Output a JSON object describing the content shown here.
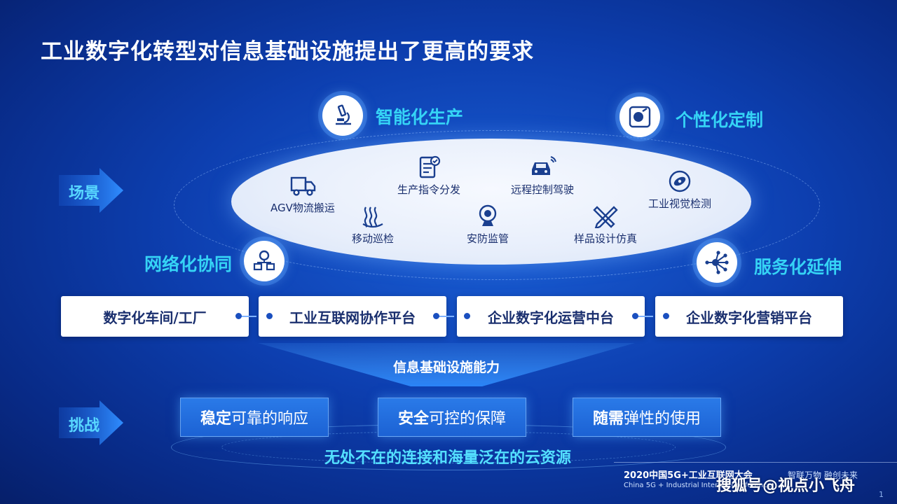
{
  "title": "工业数字化转型对信息基础设施提出了更高的要求",
  "arrows": {
    "scene_label": "场景",
    "challenge_label": "挑战"
  },
  "badges": {
    "smart_production": "智能化生产",
    "personalized": "个性化定制",
    "network_collab": "网络化协同",
    "service_extension": "服务化延伸"
  },
  "scenes": [
    {
      "label": "AGV物流搬运",
      "icon": "truck-icon"
    },
    {
      "label": "生产指令分发",
      "icon": "document-check-icon"
    },
    {
      "label": "远程控制驾驶",
      "icon": "car-icon"
    },
    {
      "label": "工业视觉检测",
      "icon": "eye-camera-icon"
    },
    {
      "label": "移动巡检",
      "icon": "waves-icon"
    },
    {
      "label": "安防监管",
      "icon": "webcam-icon"
    },
    {
      "label": "样品设计仿真",
      "icon": "ruler-pencil-icon"
    }
  ],
  "platforms": [
    "数字化车间/工厂",
    "工业互联网协作平台",
    "企业数字化运营中台",
    "企业数字化营销平台"
  ],
  "capability": "信息基础设施能力",
  "challenges": [
    {
      "bold": "稳定",
      "rest": "可靠的响应"
    },
    {
      "bold": "安全",
      "rest": "可控的保障"
    },
    {
      "bold": "随需",
      "rest": "弹性的使用"
    }
  ],
  "foundation": "无处不在的连接和海量泛在的云资源",
  "footer": {
    "brand": "2020中国5G+工业互联网大会",
    "sub": "China 5G + Industrial Internet Conference",
    "slogan": "智联万物 融创未来",
    "watermark": "搜狐号@视点小飞舟",
    "page": "1"
  },
  "colors": {
    "accent_cyan": "#35d3f5",
    "box_text": "#1a2f6e",
    "challenge_box": "#2a7ae8"
  }
}
